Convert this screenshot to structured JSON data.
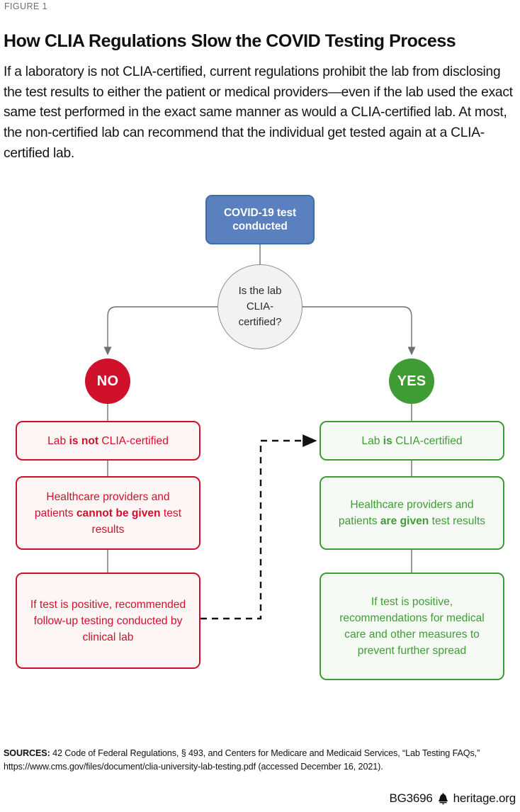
{
  "header": {
    "figure_label": "FIGURE 1",
    "title": "How CLIA Regulations Slow the COVID Testing Process",
    "intro": "If a laboratory is not CLIA-certified, current regulations prohibit the lab from disclosing the test results to either the patient or medical providers—even if the lab used the exact same test performed in the exact same manner as would a CLIA-certified lab. At most, the non-certified lab can recommend that the individual get tested again at a CLIA-certified lab."
  },
  "chart_data": {
    "type": "diagram",
    "title": "How CLIA Regulations Slow the COVID Testing Process",
    "nodes": [
      {
        "id": "start",
        "shape": "rounded-rect",
        "label": "COVID-19 test conducted",
        "color": "#5B80BF",
        "text_color": "#FFFFFF"
      },
      {
        "id": "decision",
        "shape": "circle",
        "label": "Is the lab CLIA-certified?",
        "color": "#F2F2F2",
        "text_color": "#2B2B2B"
      },
      {
        "id": "no",
        "shape": "circle",
        "label": "NO",
        "color": "#D0112B",
        "text_color": "#FFFFFF"
      },
      {
        "id": "yes",
        "shape": "circle",
        "label": "YES",
        "color": "#3F9C35",
        "text_color": "#FFFFFF"
      },
      {
        "id": "no-1",
        "shape": "rounded-rect",
        "label": "Lab is not CLIA-certified",
        "color": "#D0112B"
      },
      {
        "id": "no-2",
        "shape": "rounded-rect",
        "label": "Healthcare providers and patients cannot be given test results",
        "color": "#D0112B"
      },
      {
        "id": "no-3",
        "shape": "rounded-rect",
        "label": "If test is positive, recommended follow-up testing conducted by clinical lab",
        "color": "#D0112B"
      },
      {
        "id": "yes-1",
        "shape": "rounded-rect",
        "label": "Lab is CLIA-certified",
        "color": "#3F9C35"
      },
      {
        "id": "yes-2",
        "shape": "rounded-rect",
        "label": "Healthcare providers and patients are given test results",
        "color": "#3F9C35"
      },
      {
        "id": "yes-3",
        "shape": "rounded-rect",
        "label": "If test is positive, recommendations for medical care and other measures to prevent further spread",
        "color": "#3F9C35"
      }
    ],
    "edges": [
      {
        "from": "start",
        "to": "decision",
        "style": "solid"
      },
      {
        "from": "decision",
        "to": "no",
        "style": "solid",
        "arrow": true
      },
      {
        "from": "decision",
        "to": "yes",
        "style": "solid",
        "arrow": true
      },
      {
        "from": "no",
        "to": "no-1",
        "style": "solid"
      },
      {
        "from": "no-1",
        "to": "no-2",
        "style": "solid"
      },
      {
        "from": "no-2",
        "to": "no-3",
        "style": "solid"
      },
      {
        "from": "yes",
        "to": "yes-1",
        "style": "solid"
      },
      {
        "from": "yes-1",
        "to": "yes-2",
        "style": "solid"
      },
      {
        "from": "yes-2",
        "to": "yes-3",
        "style": "solid"
      },
      {
        "from": "no-3",
        "to": "yes-1",
        "style": "dashed",
        "arrow": true
      }
    ]
  },
  "flow": {
    "start_box": {
      "line1": "COVID-19 test",
      "line2": "conducted"
    },
    "decision": {
      "line1": "Is the lab",
      "line2": "CLIA-",
      "line3": "certified?"
    },
    "no_circle": "NO",
    "yes_circle": "YES",
    "no_branch": {
      "box1": {
        "pre": "Lab ",
        "bold": "is not",
        "post": " CLIA-certified"
      },
      "box2": {
        "pre": "Healthcare providers and patients ",
        "bold": "cannot be given",
        "post": " test results"
      },
      "box3": {
        "text": "If test is positive, recommended follow-up testing conducted by clinical lab"
      }
    },
    "yes_branch": {
      "box1": {
        "pre": "Lab ",
        "bold": "is",
        "post": " CLIA-certified"
      },
      "box2": {
        "pre": "Healthcare providers and patients ",
        "bold": "are given",
        "post": " test results"
      },
      "box3": {
        "text": "If test is positive, recommendations for medical care and other measures to prevent further spread"
      }
    }
  },
  "footer": {
    "sources_label": "SOURCES:",
    "sources_text": " 42 Code of Federal Regulations, § 493, and Centers for Medicare and Medicaid Services, “Lab Testing FAQs,” https://www.cms.gov/files/document/clia-university-lab-testing.pdf (accessed December 16, 2021).",
    "report_id": "BG3696",
    "site": "heritage.org",
    "logo_icon": "liberty-bell-icon"
  },
  "colors": {
    "red": "#D0112B",
    "green": "#3F9C35",
    "blue": "#5B80BF",
    "blue_border": "#3E6AB0",
    "gray_connector": "#6F6F6F",
    "circle_fill": "#F2F2F2"
  }
}
